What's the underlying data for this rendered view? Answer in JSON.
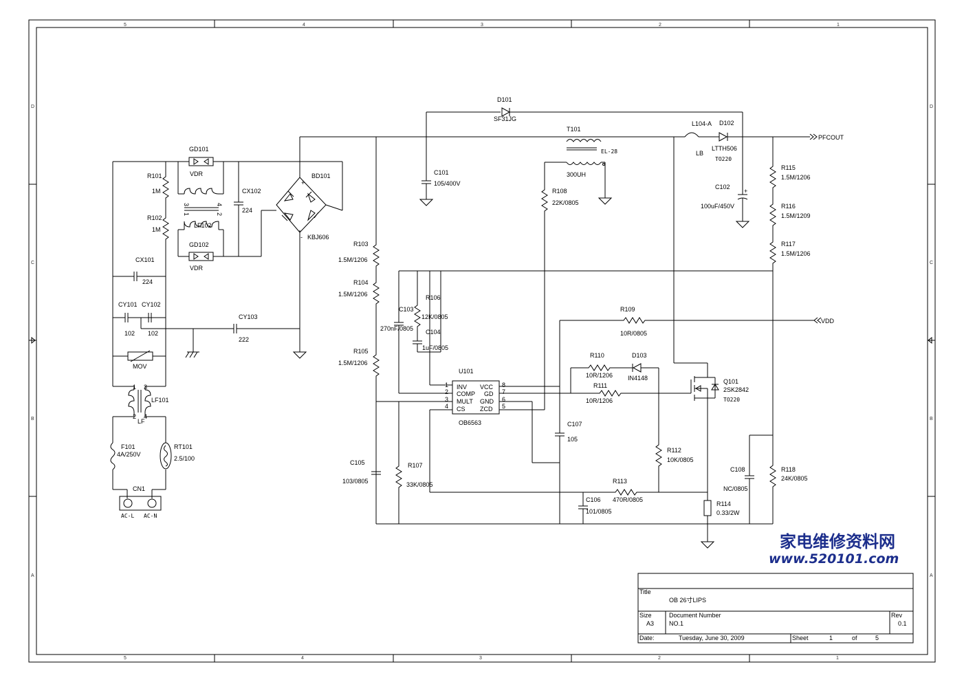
{
  "frame": {
    "col_labels": [
      "5",
      "4",
      "3",
      "2",
      "1"
    ],
    "row_labels": [
      "D",
      "C",
      "B",
      "A"
    ]
  },
  "components": {
    "D101": {
      "ref": "D101",
      "value": "SF31JG"
    },
    "T101": {
      "ref": "T101",
      "value": "300UH",
      "core": "EL-28"
    },
    "L104": {
      "ref": "L104-A",
      "value": "LB"
    },
    "D102": {
      "ref": "D102",
      "value": "LTTH506",
      "package": "TO220"
    },
    "PFCOUT": {
      "label": "PFCOUT"
    },
    "VDD": {
      "label": "VDD"
    },
    "GD101": {
      "ref": "GD101",
      "value": "VDR"
    },
    "GD102": {
      "ref": "GD102",
      "value": "VDR"
    },
    "R101": {
      "ref": "R101",
      "value": "1M"
    },
    "R102": {
      "ref": "R102",
      "value": "1M"
    },
    "LF102": {
      "ref": "LF102",
      "pins": [
        "3",
        "4",
        "1",
        "2"
      ]
    },
    "CX102": {
      "ref": "CX102",
      "value": "224"
    },
    "BD101": {
      "ref": "BD101",
      "value": "KBJ606",
      "plus": "+",
      "minus": "-"
    },
    "C101": {
      "ref": "C101",
      "value": "105/400V"
    },
    "R108": {
      "ref": "R108",
      "value": "22K/0805"
    },
    "C102": {
      "ref": "C102",
      "value": "100uF/450V"
    },
    "R115": {
      "ref": "R115",
      "value": "1.5M/1206"
    },
    "R116": {
      "ref": "R116",
      "value": "1.5M/1209"
    },
    "R117": {
      "ref": "R117",
      "value": "1.5M/1206"
    },
    "CX101": {
      "ref": "CX101",
      "value": "224"
    },
    "CY101": {
      "ref": "CY101",
      "value": "102"
    },
    "CY102": {
      "ref": "CY102",
      "value": "102"
    },
    "CY103": {
      "ref": "CY103",
      "value": "222"
    },
    "MOV": {
      "label": "MOV"
    },
    "LF101": {
      "ref": "LF101",
      "value": "LF",
      "pins": [
        "1",
        "3",
        "2",
        "4"
      ]
    },
    "F101": {
      "ref": "F101",
      "value": "4A/250V"
    },
    "RT101": {
      "ref": "RT101",
      "value": "2.5/100"
    },
    "CN1": {
      "ref": "CN1",
      "pins": [
        "AC-L",
        "AC-N"
      ]
    },
    "R103": {
      "ref": "R103",
      "value": "1.5M/1206"
    },
    "R104": {
      "ref": "R104",
      "value": "1.5M/1206"
    },
    "R105": {
      "ref": "R105",
      "value": "1.5M/1206"
    },
    "R106": {
      "ref": "R106",
      "value": "12K/0805"
    },
    "C103": {
      "ref": "C103",
      "value": "270nF/0805"
    },
    "C104": {
      "ref": "C104",
      "value": "1uF/0805"
    },
    "R109": {
      "ref": "R109",
      "value": "10R/0805"
    },
    "R110": {
      "ref": "R110",
      "value": "10R/1206"
    },
    "D103": {
      "ref": "D103",
      "value": "IN4148"
    },
    "R111": {
      "ref": "R111",
      "value": "10R/1206"
    },
    "Q101": {
      "ref": "Q101",
      "value": "2SK2842",
      "package": "TO220"
    },
    "U101": {
      "ref": "U101",
      "value": "OB6563",
      "left_pins": [
        {
          "num": "1",
          "name": "INV"
        },
        {
          "num": "2",
          "name": "COMP"
        },
        {
          "num": "3",
          "name": "MULT"
        },
        {
          "num": "4",
          "name": "CS"
        }
      ],
      "right_pins": [
        {
          "num": "8",
          "name": "VCC"
        },
        {
          "num": "7",
          "name": "GD"
        },
        {
          "num": "6",
          "name": "GND"
        },
        {
          "num": "5",
          "name": "ZCD"
        }
      ]
    },
    "C107": {
      "ref": "C107",
      "value": "105"
    },
    "R112": {
      "ref": "R112",
      "value": "10K/0805"
    },
    "C105": {
      "ref": "C105",
      "value": "103/0805"
    },
    "R107": {
      "ref": "R107",
      "value": "33K/0805"
    },
    "R113": {
      "ref": "R113",
      "value": "470R/0805"
    },
    "C106": {
      "ref": "C106",
      "value": "101/0805"
    },
    "C108": {
      "ref": "C108",
      "value": "NC/0805"
    },
    "R118": {
      "ref": "R118",
      "value": "24K/0805"
    },
    "R114": {
      "ref": "R114",
      "value": "0.33/2W"
    }
  },
  "watermark": {
    "line1": "家电维修资料网",
    "line2": "www.520101.com"
  },
  "title_block": {
    "title_label": "Title",
    "title": "OB 26寸LIPS",
    "size_label": "Size",
    "size": "A3",
    "docnum_label": "Document Number",
    "docnum": "NO.1",
    "rev_label": "Rev",
    "rev": "0.1",
    "date_label": "Date:",
    "date": "Tuesday, June 30, 2009",
    "sheet_label": "Sheet",
    "sheet": "1",
    "of_label": "of",
    "of": "5"
  }
}
